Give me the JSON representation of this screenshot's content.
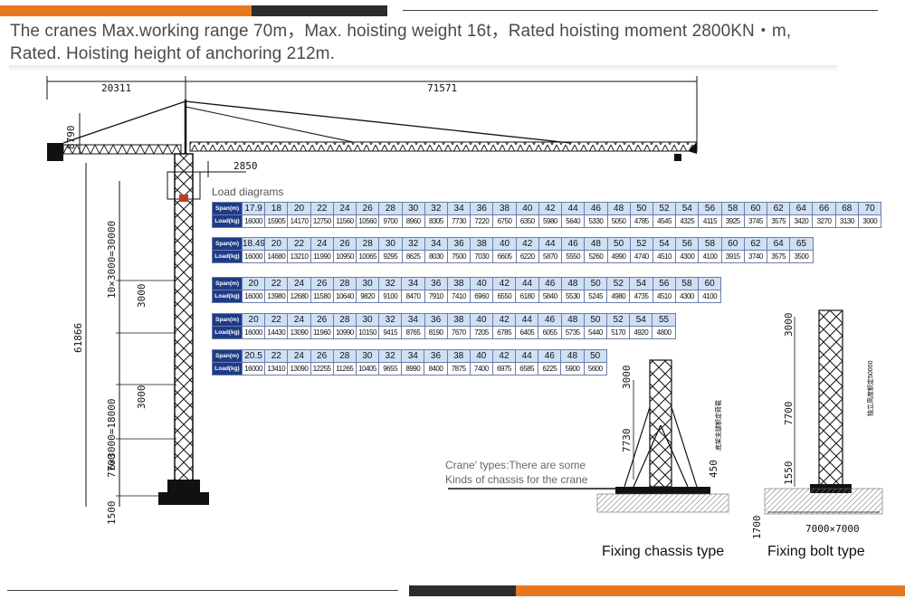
{
  "headline": {
    "line1": "The cranes Max.working range 70m，Max. hoisting weight 16t，Rated hoisting moment 2800KN・m,",
    "line2": "Rated. Hoisting height of anchoring 212m."
  },
  "colors": {
    "accent": "#e8781e",
    "dark_bar": "#2c2c2c",
    "table_header": "#1d3b86",
    "span_cell": "#cfe0f3"
  },
  "diagram": {
    "dims": {
      "counter_jib": "20311",
      "jib": "71571",
      "head_height": "8790",
      "mast_offset": "2850",
      "total_height": "61866",
      "upper_sections": "10×3000=30000",
      "lower_sections": "6×3000=18000",
      "section_a": "3000",
      "section_b": "3000",
      "base_section": "7700",
      "foundation": "1500"
    },
    "chassis_dims": {
      "top": "3000",
      "mid": "7730",
      "side": "450",
      "side_note": "底架支腿额定荷载"
    },
    "bolt_dims": {
      "top": "3000",
      "mid": "7700",
      "low": "1550",
      "footing": "1700",
      "base": "7000×7000",
      "side_note": "独立高度额定50000"
    }
  },
  "load_diagrams": {
    "title": "Load diagrams",
    "span_label": "Span(m)",
    "load_label": "Load(kg)",
    "tables": [
      {
        "spans": [
          "17.9",
          "18",
          "20",
          "22",
          "24",
          "26",
          "28",
          "30",
          "32",
          "34",
          "36",
          "38",
          "40",
          "42",
          "44",
          "46",
          "48",
          "50",
          "52",
          "54",
          "56",
          "58",
          "60",
          "62",
          "64",
          "66",
          "68",
          "70"
        ],
        "loads": [
          "16000",
          "15905",
          "14170",
          "12750",
          "11560",
          "10560",
          "9700",
          "8960",
          "8305",
          "7730",
          "7220",
          "6750",
          "6350",
          "5980",
          "5640",
          "5330",
          "5050",
          "4785",
          "4545",
          "4325",
          "4115",
          "3925",
          "3745",
          "3575",
          "3420",
          "3270",
          "3130",
          "3000"
        ]
      },
      {
        "spans": [
          "18.49",
          "20",
          "22",
          "24",
          "26",
          "28",
          "30",
          "32",
          "34",
          "36",
          "38",
          "40",
          "42",
          "44",
          "46",
          "48",
          "50",
          "52",
          "54",
          "56",
          "58",
          "60",
          "62",
          "64",
          "65"
        ],
        "loads": [
          "16000",
          "14680",
          "13210",
          "11990",
          "10950",
          "10065",
          "9295",
          "8625",
          "8030",
          "7500",
          "7030",
          "6605",
          "6220",
          "5870",
          "5550",
          "5260",
          "4990",
          "4740",
          "4510",
          "4300",
          "4100",
          "3915",
          "3740",
          "3575",
          "3500"
        ]
      },
      {
        "spans": [
          "20",
          "22",
          "24",
          "26",
          "28",
          "30",
          "32",
          "34",
          "36",
          "38",
          "40",
          "42",
          "44",
          "46",
          "48",
          "50",
          "52",
          "54",
          "56",
          "58",
          "60"
        ],
        "loads": [
          "16000",
          "13980",
          "12680",
          "11580",
          "10640",
          "9820",
          "9100",
          "8470",
          "7910",
          "7410",
          "6960",
          "6550",
          "6180",
          "5840",
          "5530",
          "5245",
          "4980",
          "4735",
          "4510",
          "4300",
          "4100"
        ]
      },
      {
        "spans": [
          "20",
          "22",
          "24",
          "26",
          "28",
          "30",
          "32",
          "34",
          "36",
          "38",
          "40",
          "42",
          "44",
          "46",
          "48",
          "50",
          "52",
          "54",
          "55"
        ],
        "loads": [
          "16000",
          "14430",
          "13090",
          "11960",
          "10990",
          "10150",
          "9415",
          "8765",
          "8190",
          "7670",
          "7205",
          "6785",
          "6405",
          "6055",
          "5735",
          "5440",
          "5170",
          "4920",
          "4800"
        ]
      },
      {
        "spans": [
          "20.5",
          "22",
          "24",
          "26",
          "28",
          "30",
          "32",
          "34",
          "36",
          "38",
          "40",
          "42",
          "44",
          "46",
          "48",
          "50"
        ],
        "loads": [
          "16000",
          "13410",
          "13090",
          "12255",
          "11265",
          "10405",
          "9655",
          "8990",
          "8400",
          "7875",
          "7400",
          "6975",
          "6585",
          "6225",
          "5900",
          "5600"
        ]
      }
    ]
  },
  "note": {
    "line1": "Crane' types:There are some",
    "line2": "Kinds of chassis for the crane"
  },
  "captions": {
    "chassis": "Fixing chassis type",
    "bolt": "Fixing bolt type"
  }
}
